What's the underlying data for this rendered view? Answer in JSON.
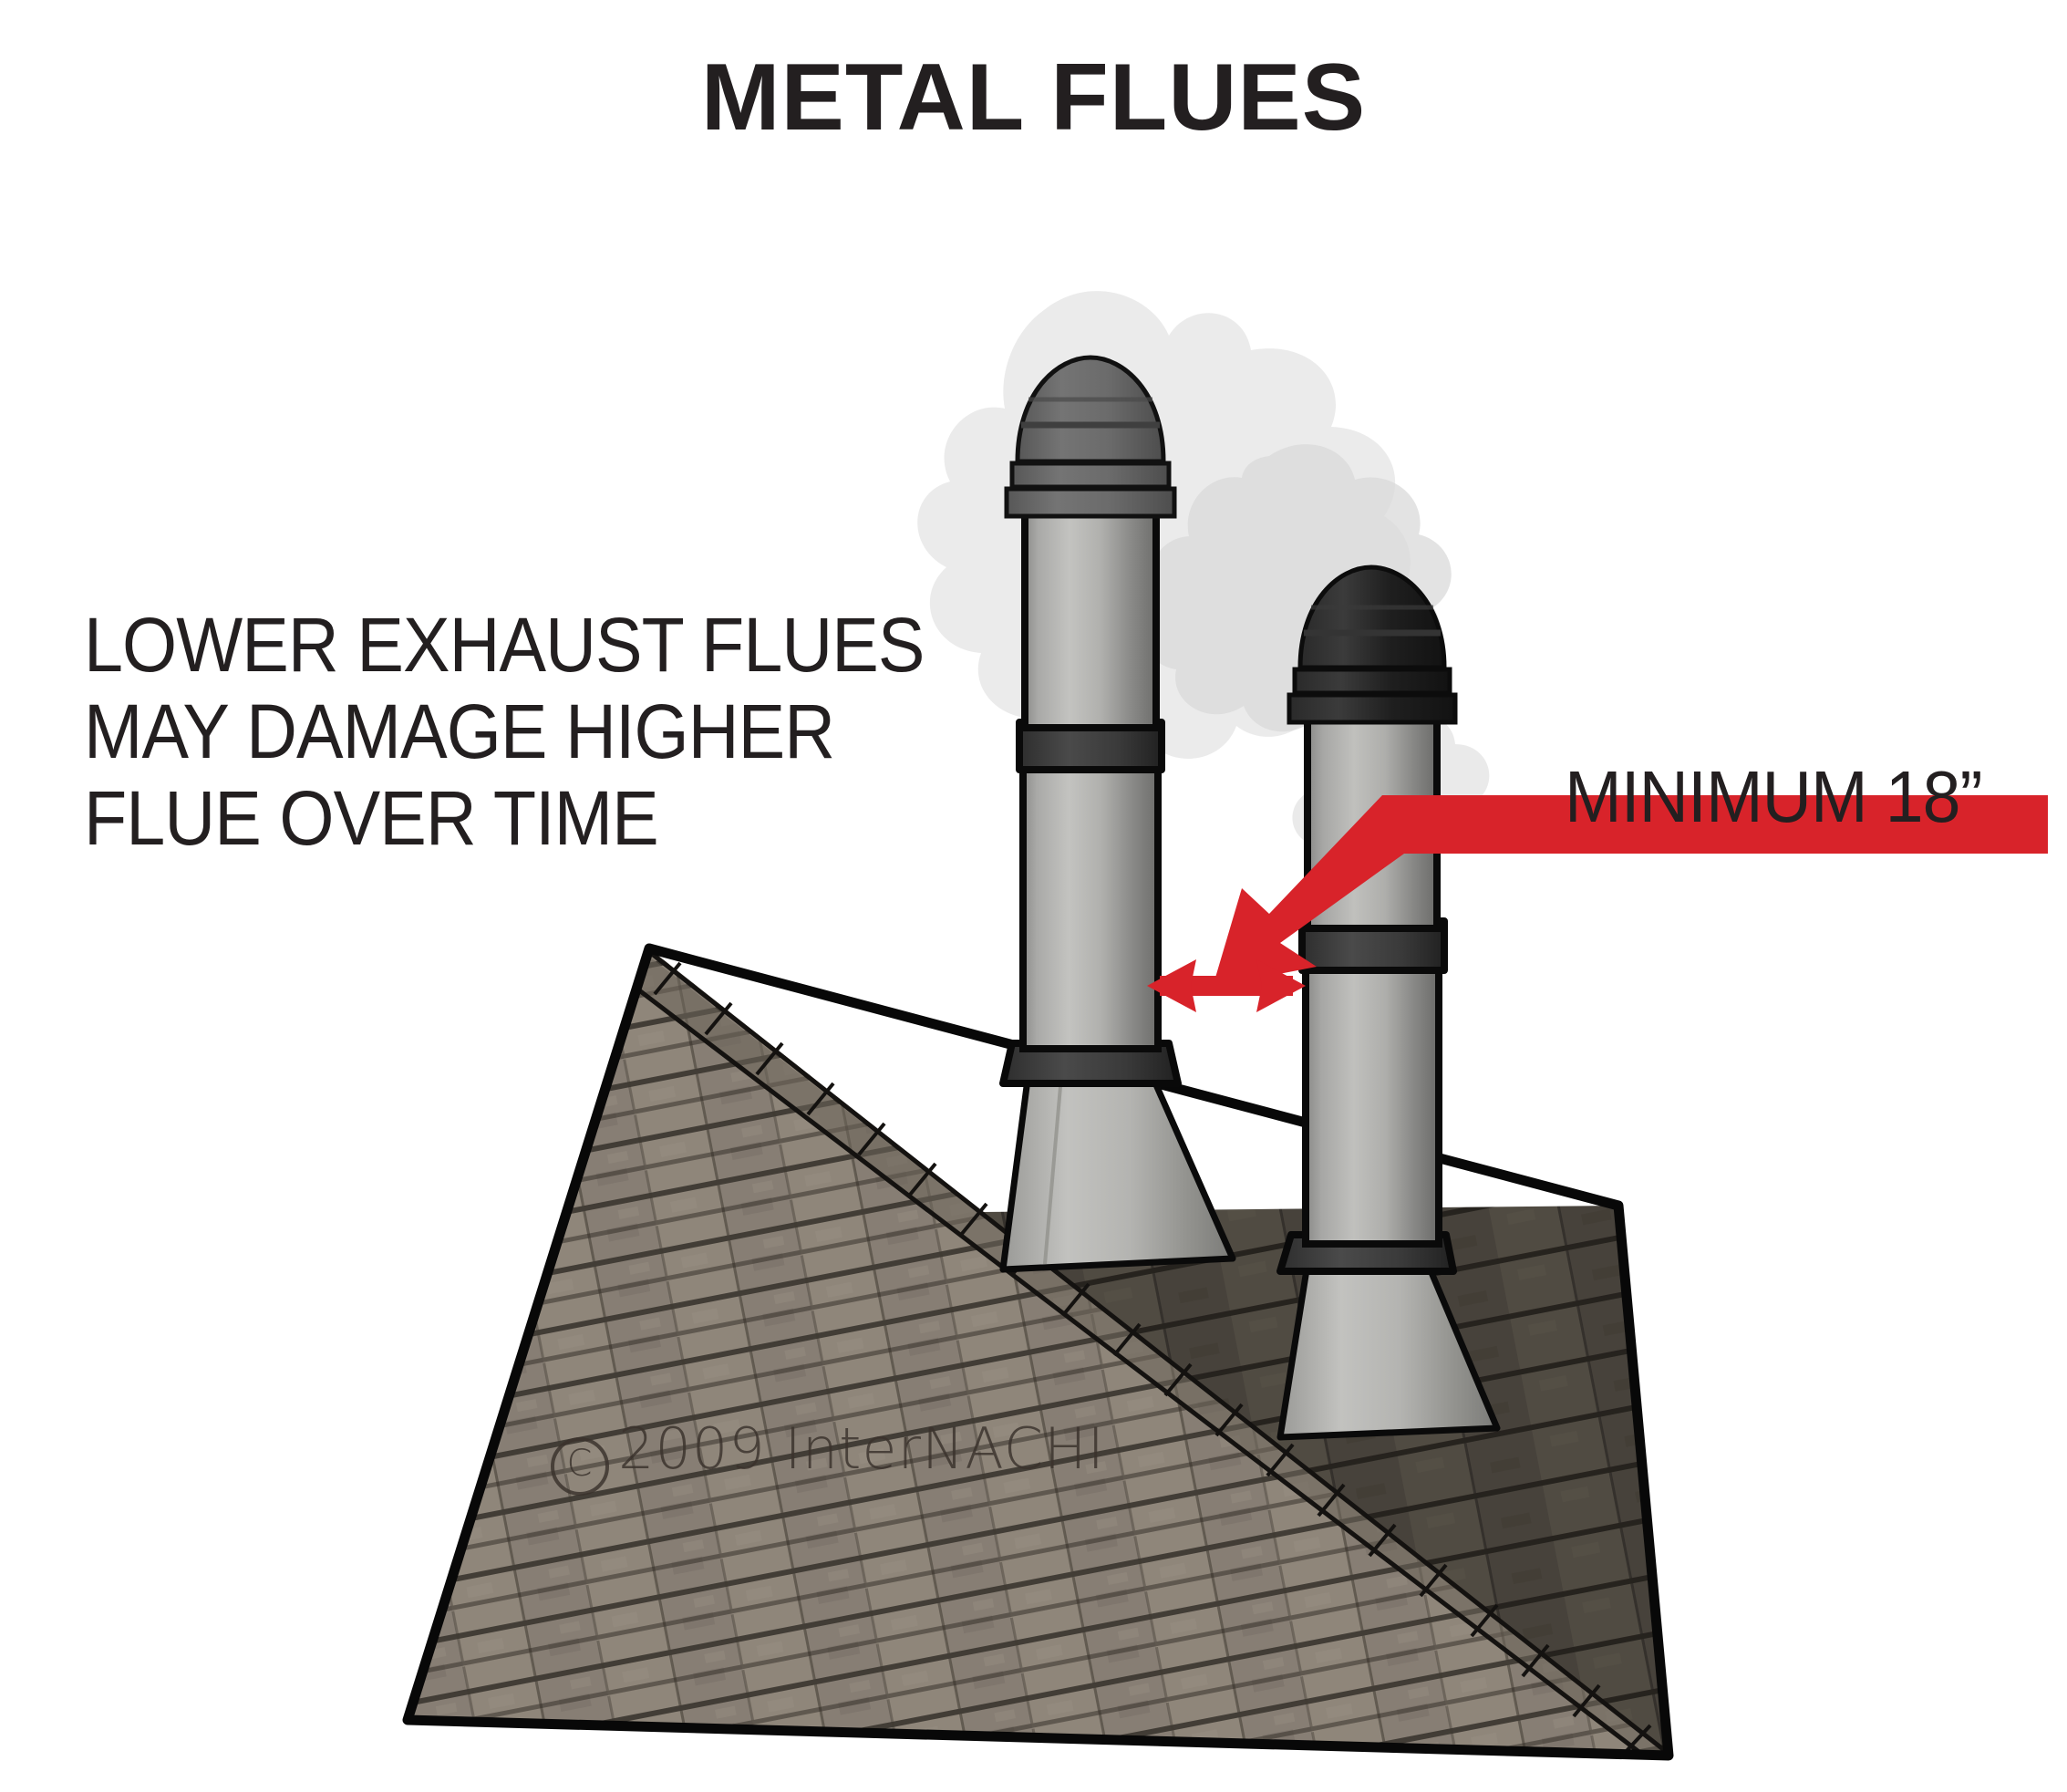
{
  "title": "METAL FLUES",
  "annotations": {
    "warning_lines": [
      "LOWER EXHAUST FLUES",
      "MAY DAMAGE HIGHER",
      "FLUE OVER TIME"
    ],
    "clearance_callout": "MINIMUM 18”"
  },
  "watermark": {
    "symbol": "C",
    "text": "2009  InterNACHI"
  },
  "colors": {
    "accent_red": "#D8232A",
    "text": "#231f20",
    "background": "#ffffff",
    "roof_left_plane": "#8a8177",
    "roof_right_plane": "#4c463f",
    "flue_metal_light": "#bdbdbb",
    "flue_metal_mid": "#9a9a98",
    "flue_metal_dark": "#6f6f6d",
    "flue_collar_dark": "#3a3a3a",
    "flue_cap_tall": "#6b6b6b",
    "flue_cap_short": "#1d1d1d",
    "smoke": "#e9e9e9",
    "outline": "#000000"
  },
  "scene": {
    "roof": {
      "type": "hip-roof",
      "left_plane_label": "roof-plane-left",
      "right_plane_label": "roof-plane-right",
      "hip_label": "roof-hip-ridge"
    },
    "flues": [
      {
        "id": "tall-flue",
        "label": "higher exhaust flue",
        "cap": "domed vented cap",
        "has_storm_collar": true,
        "has_coupling_band": true
      },
      {
        "id": "short-flue",
        "label": "lower exhaust flue",
        "cap": "domed vented cap",
        "has_storm_collar": true,
        "has_coupling_band": true
      }
    ],
    "smoke_plumes": 2,
    "measure_arrow": {
      "label": "clearance-dimension",
      "direction": "double-headed horizontal"
    },
    "leader_arrow": {
      "label": "callout-leader",
      "direction": "bent, points down-left"
    }
  }
}
